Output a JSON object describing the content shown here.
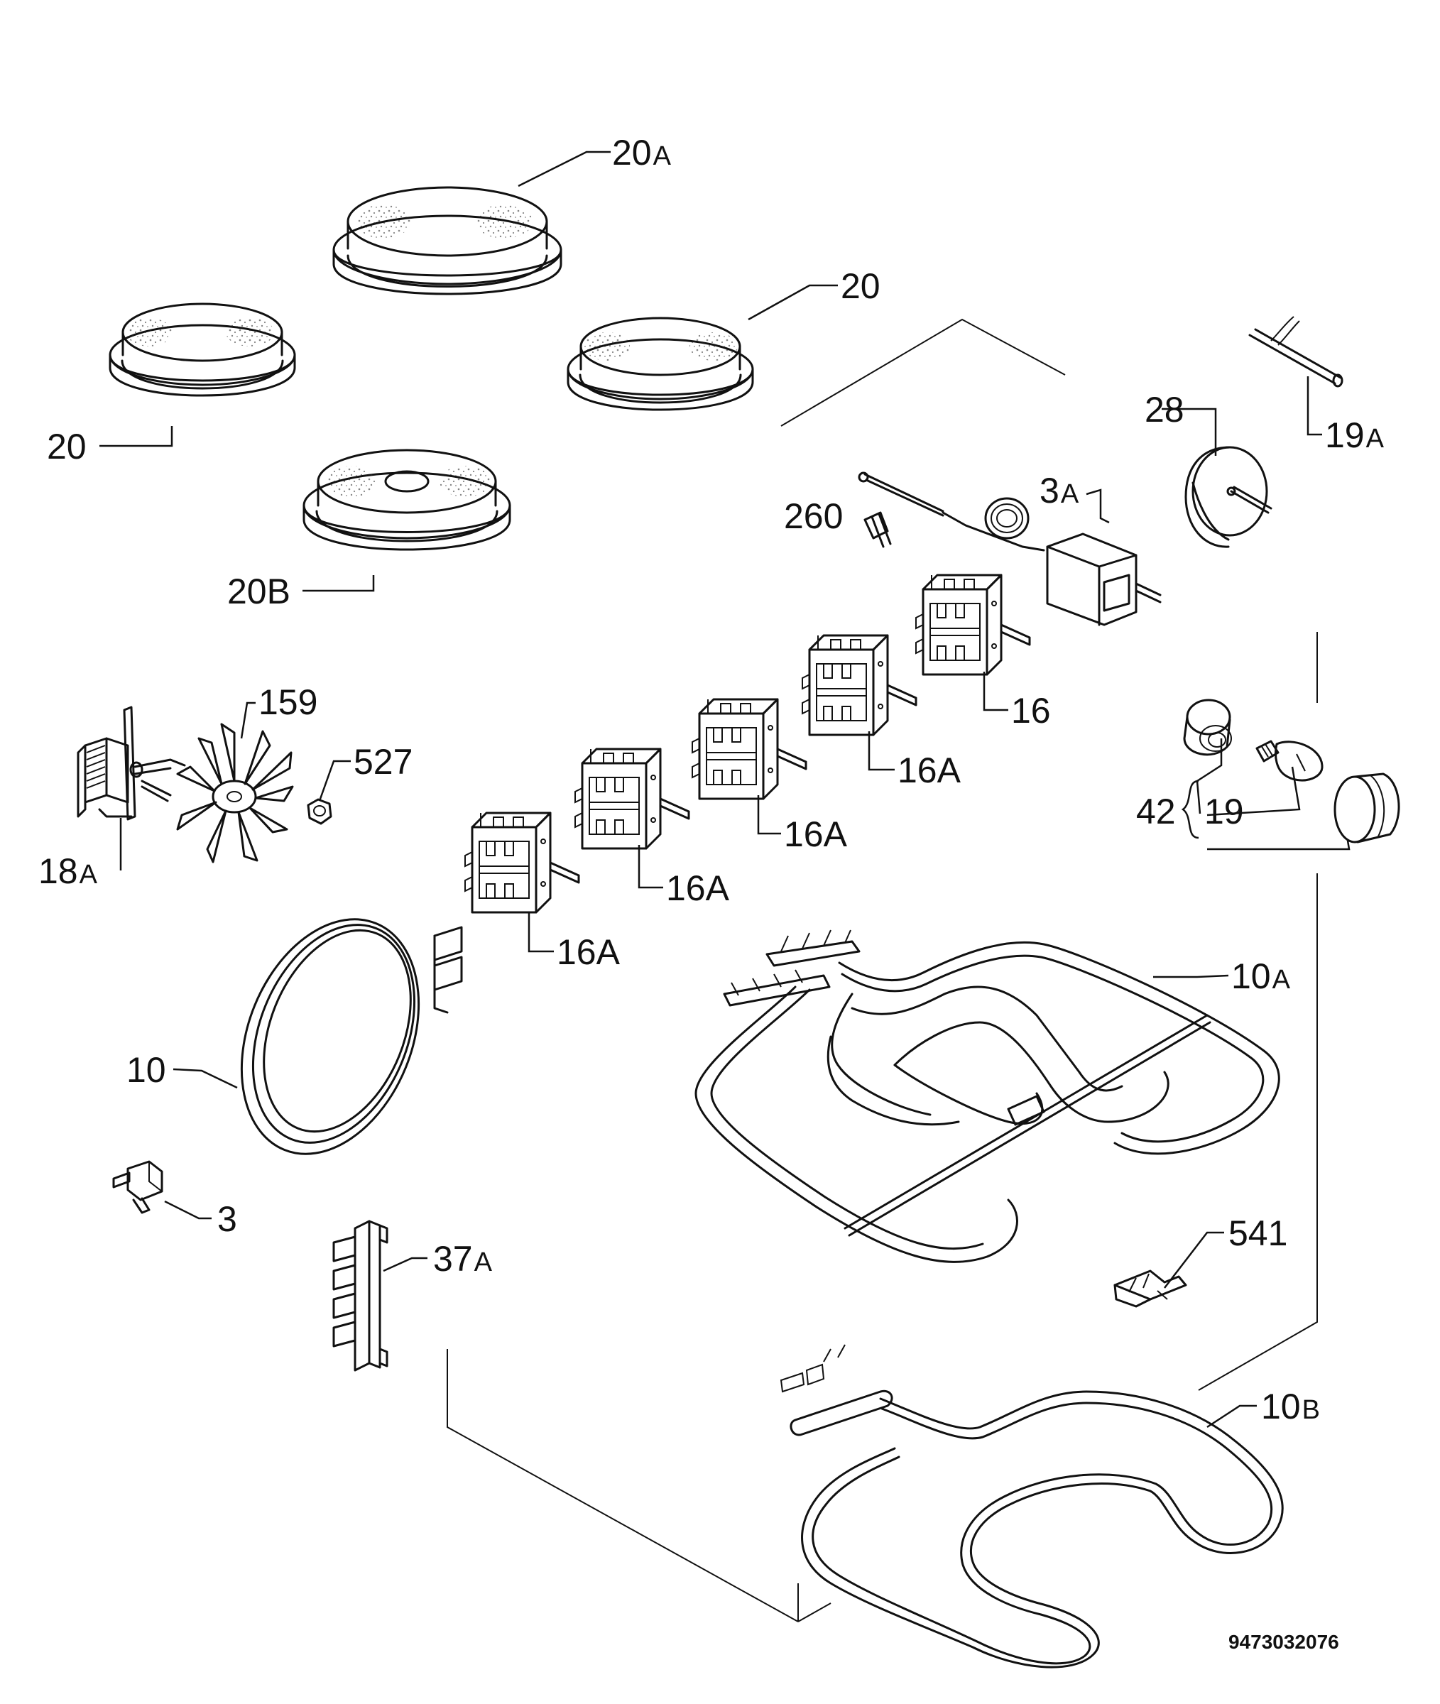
{
  "diagram": {
    "document_code": "9473032076",
    "labels": {
      "l20A": {
        "num": "20",
        "suffix": "A"
      },
      "l20_right": {
        "num": "20",
        "suffix": ""
      },
      "l20_left": {
        "num": "20",
        "suffix": ""
      },
      "l20B": {
        "num": "20B",
        "suffix": ""
      },
      "l28": {
        "num": "28",
        "suffix": ""
      },
      "l19A": {
        "num": "19",
        "suffix": "A"
      },
      "l260": {
        "num": "260",
        "suffix": ""
      },
      "l3A": {
        "num": "3",
        "suffix": "A"
      },
      "l159": {
        "num": "159",
        "suffix": ""
      },
      "l527": {
        "num": "527",
        "suffix": ""
      },
      "l18A": {
        "num": "18",
        "suffix": "A"
      },
      "l16": {
        "num": "16",
        "suffix": ""
      },
      "l16A_1": {
        "num": "16A",
        "suffix": ""
      },
      "l16A_2": {
        "num": "16A",
        "suffix": ""
      },
      "l16A_3": {
        "num": "16A",
        "suffix": ""
      },
      "l16A_4": {
        "num": "16A",
        "suffix": ""
      },
      "l42": {
        "num": "42",
        "suffix": ""
      },
      "l19": {
        "num": "19",
        "suffix": ""
      },
      "l10A": {
        "num": "10",
        "suffix": "A"
      },
      "l10": {
        "num": "10",
        "suffix": ""
      },
      "l3": {
        "num": "3",
        "suffix": ""
      },
      "l37A": {
        "num": "37",
        "suffix": "A"
      },
      "l541": {
        "num": "541",
        "suffix": ""
      },
      "l10B": {
        "num": "10",
        "suffix": "B"
      }
    }
  }
}
